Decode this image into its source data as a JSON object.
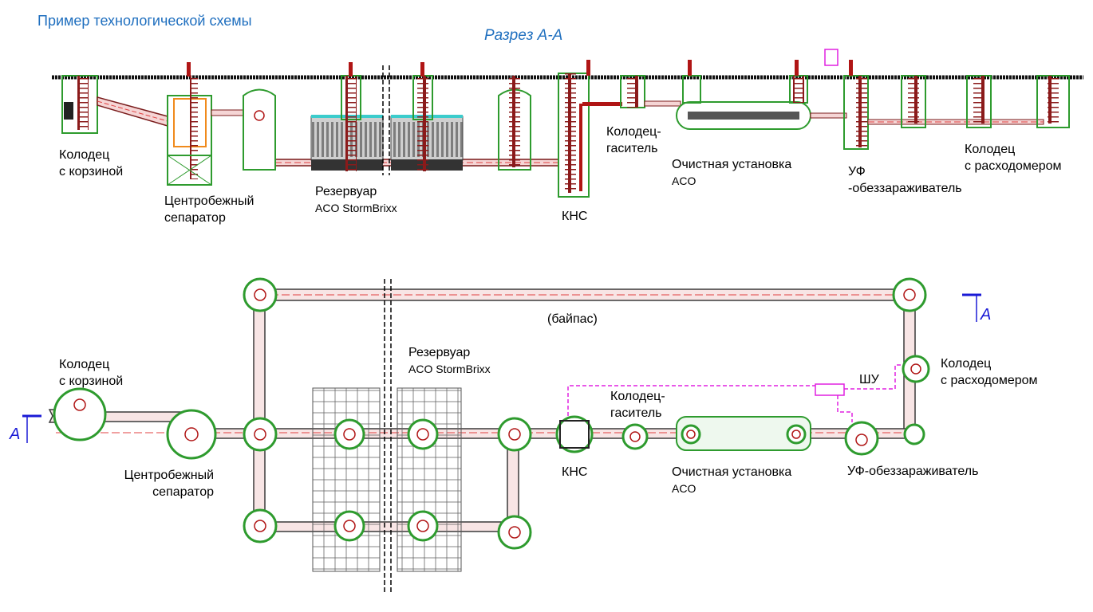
{
  "colors": {
    "title": "#1f6fbf",
    "structure": "#2e9b2e",
    "pipe": "#7a1c1c",
    "pipe_core": "#e04040",
    "ladder": "#8b1a1a",
    "control": "#e020e0",
    "cut_marker": "#1a1ad6"
  },
  "page_title": "Пример технологической схемы",
  "section_title": "Разрез А-А",
  "section_labels": {
    "basket_well": [
      "Колодец",
      "с корзиной"
    ],
    "separator": [
      "Центробежный",
      "сепаратор"
    ],
    "reservoir": [
      "Резервуар",
      "ACO StormBrixx"
    ],
    "kns": "КНС",
    "damper_well": [
      "Колодец-",
      "гаситель"
    ],
    "treatment": [
      "Очистная установка",
      "ACO"
    ],
    "uv": [
      "УФ",
      "-обеззараживатель"
    ],
    "meter_well": [
      "Колодец",
      "с расходомером"
    ]
  },
  "plan_labels": {
    "basket_well": [
      "Колодец",
      "с корзиной"
    ],
    "separator": [
      "Центробежный",
      "сепаратор"
    ],
    "reservoir": [
      "Резервуар",
      "ACO StormBrixx"
    ],
    "bypass": "(байпас)",
    "kns": "КНС",
    "damper_well": [
      "Колодец-",
      "гаситель"
    ],
    "treatment": [
      "Очистная установка",
      "ACO"
    ],
    "uv": "УФ-обеззараживатель",
    "meter_well": [
      "Колодец",
      "с расходомером"
    ],
    "control_cabinet": "ШУ",
    "cut_letter": "А"
  }
}
